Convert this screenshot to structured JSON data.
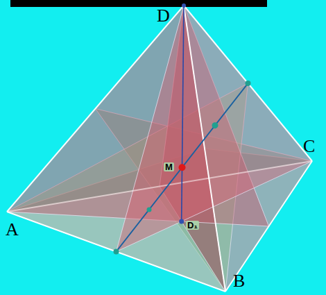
{
  "diagram": {
    "labels": [
      "D",
      "C",
      "A",
      "B",
      "M",
      "D₁"
    ]
  }
}
